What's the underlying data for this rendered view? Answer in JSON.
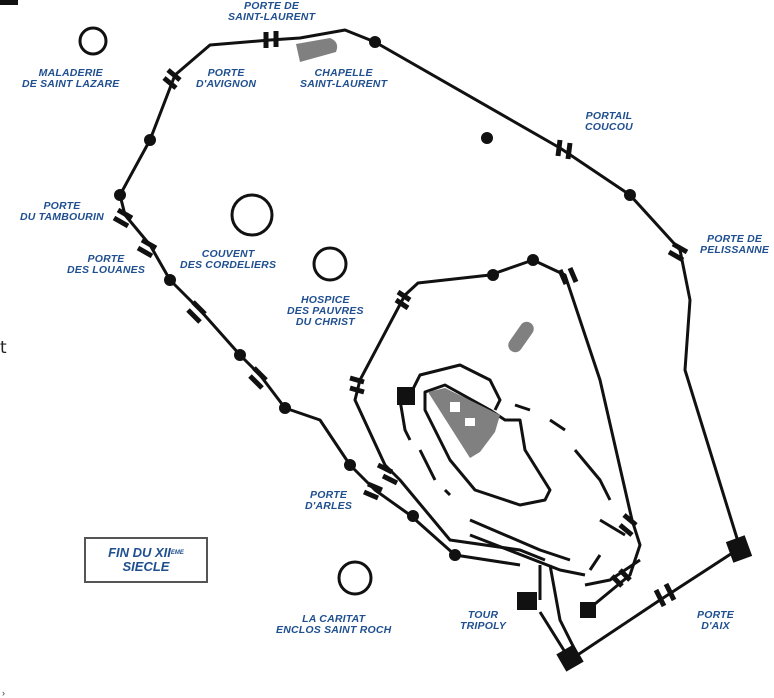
{
  "title": {
    "line1": "FIN DU XII",
    "sup": "EME",
    "line2": "SIECLE"
  },
  "edge_text": {
    "left": "t",
    "bottom": "›"
  },
  "labels": {
    "porte_saint_laurent": [
      "PORTE DE",
      "SAINT-LAURENT"
    ],
    "maladerie": [
      "MALADERIE",
      "DE SAINT LAZARE"
    ],
    "porte_avignon": [
      "PORTE",
      "D'AVIGNON"
    ],
    "chapelle": [
      "CHAPELLE",
      "SAINT-LAURENT"
    ],
    "portail_coucou": [
      "PORTAIL",
      "COUCOU"
    ],
    "porte_tambourin": [
      "PORTE",
      "DU TAMBOURIN"
    ],
    "porte_louanes": [
      "PORTE",
      "DES LOUANES"
    ],
    "couvent": [
      "COUVENT",
      "DES CORDELIERS"
    ],
    "porte_pelissanne": [
      "PORTE DE",
      "PELISSANNE"
    ],
    "hospice": [
      "HOSPICE",
      "DES PAUVRES",
      "DU CHRIST"
    ],
    "porte_arles": [
      "PORTE",
      "D'ARLES"
    ],
    "caritat": [
      "LA CARITAT",
      "ENCLOS SAINT ROCH"
    ],
    "tour_tripoly": [
      "TOUR",
      "TRIPOLY"
    ],
    "porte_aix": [
      "PORTE",
      "D'AIX"
    ]
  },
  "colors": {
    "label": "#1f4f8f",
    "wall": "#111111",
    "building": "#808080"
  }
}
